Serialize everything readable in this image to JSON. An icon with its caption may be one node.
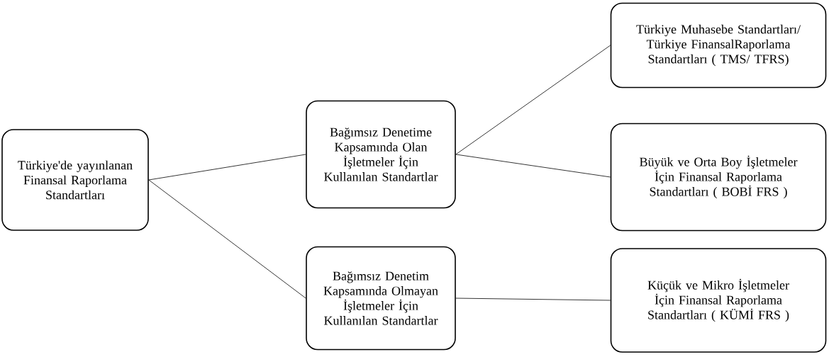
{
  "diagram": {
    "nodes": [
      {
        "text": [
          "Türkiye'de yayınlanan Finansal Raporlama Standartları"
        ]
      },
      {
        "text": [
          "Bağımsız Denetime Kapsamında Olan İşletmeler İçin Kullanılan Standartlar"
        ]
      },
      {
        "text": [
          "Bağımsız Denetim Kapsamında Olmayan İşletmeler İçin Kullanılan Standartlar"
        ]
      },
      {
        "text": [
          "Türkiye Muhasebe Standartları/ Türkiye FinansalRaporlama Standartları ( TMS/ TFRS)"
        ]
      },
      {
        "text": [
          "Büyük ve Orta Boy İşletmeler İçin Finansal Raporlama Standartları ( BOBİ FRS )"
        ]
      },
      {
        "text": [
          "Küçük ve Mikro İşletmeler İçin Finansal Raporlama Standartları ( KÜMİ FRS )"
        ]
      }
    ],
    "edges": [
      {
        "from": 0,
        "to": 1,
        "arrow": "none"
      },
      {
        "from": 0,
        "to": 2,
        "arrow": "none"
      },
      {
        "from": 1,
        "to": 3,
        "arrow": "none"
      },
      {
        "from": 1,
        "to": 4,
        "arrow": "none"
      },
      {
        "from": 2,
        "to": 5,
        "arrow": "none"
      }
    ]
  }
}
